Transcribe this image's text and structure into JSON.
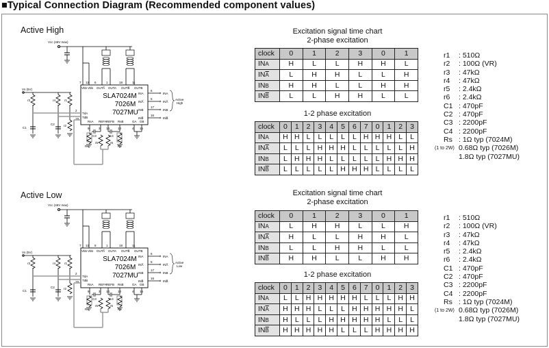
{
  "title": "■Typical Connection Diagram (Recommended component values)",
  "sections": [
    {
      "label": "Active High",
      "chart_title": "Excitation signal time chart",
      "two_phase": {
        "title": "2-phase excitation",
        "header": [
          "clock",
          "0",
          "1",
          "2",
          "3",
          "0",
          "1"
        ],
        "rows": [
          [
            "INA",
            "H",
            "L",
            "L",
            "H",
            "H",
            "L"
          ],
          [
            "INA̅",
            "L",
            "H",
            "H",
            "L",
            "L",
            "H"
          ],
          [
            "INB",
            "H",
            "H",
            "L",
            "L",
            "H",
            "H"
          ],
          [
            "INB̅",
            "L",
            "L",
            "H",
            "H",
            "L",
            "L"
          ]
        ]
      },
      "one_two_phase": {
        "title": "1-2 phase excitation",
        "header": [
          "clock",
          "0",
          "1",
          "2",
          "3",
          "4",
          "5",
          "6",
          "7",
          "0",
          "1",
          "2",
          "3"
        ],
        "rows": [
          [
            "INA",
            "H",
            "H",
            "L",
            "L",
            "L",
            "L",
            "L",
            "H",
            "H",
            "H",
            "L",
            "L"
          ],
          [
            "INA̅",
            "L",
            "L",
            "L",
            "H",
            "H",
            "H",
            "L",
            "L",
            "L",
            "L",
            "L",
            "H"
          ],
          [
            "INB",
            "L",
            "H",
            "H",
            "H",
            "L",
            "L",
            "L",
            "L",
            "L",
            "H",
            "H",
            "H"
          ],
          [
            "INB̅",
            "L",
            "L",
            "L",
            "L",
            "L",
            "H",
            "H",
            "H",
            "L",
            "L",
            "L",
            "L"
          ]
        ]
      },
      "circuit": {
        "vcc": "Vcc (46V max)",
        "vs": "Vs (5V)",
        "chip": [
          "SLA7024M",
          "7026M",
          "7027MU"
        ],
        "active": [
          "Active",
          "High"
        ]
      }
    },
    {
      "label": "Active Low",
      "chart_title": "Excitation signal time chart",
      "two_phase": {
        "title": "2-phase excitation",
        "header": [
          "clock",
          "0",
          "1",
          "2",
          "3",
          "0",
          "1"
        ],
        "rows": [
          [
            "INA",
            "L",
            "H",
            "H",
            "L",
            "L",
            "H"
          ],
          [
            "INA̅",
            "H",
            "L",
            "L",
            "H",
            "H",
            "L"
          ],
          [
            "INB",
            "L",
            "L",
            "H",
            "H",
            "L",
            "L"
          ],
          [
            "INB̅",
            "H",
            "H",
            "L",
            "L",
            "H",
            "H"
          ]
        ]
      },
      "one_two_phase": {
        "title": "1-2 phase excitation",
        "header": [
          "clock",
          "0",
          "1",
          "2",
          "3",
          "4",
          "5",
          "6",
          "7",
          "0",
          "1",
          "2",
          "3"
        ],
        "rows": [
          [
            "INA",
            "L",
            "L",
            "H",
            "H",
            "H",
            "H",
            "H",
            "L",
            "L",
            "L",
            "H",
            "H"
          ],
          [
            "INA̅",
            "H",
            "H",
            "H",
            "L",
            "L",
            "L",
            "H",
            "H",
            "H",
            "H",
            "H",
            "L"
          ],
          [
            "INB",
            "H",
            "L",
            "L",
            "L",
            "H",
            "H",
            "H",
            "H",
            "H",
            "L",
            "L",
            "L"
          ],
          [
            "INB̅",
            "H",
            "H",
            "H",
            "H",
            "H",
            "L",
            "L",
            "L",
            "H",
            "H",
            "H",
            "H"
          ]
        ]
      },
      "circuit": {
        "vcc": "Vcc (46V max)",
        "vs": "Vs (5V)",
        "chip": [
          "SLA7024M",
          "7026M",
          "7027MU"
        ],
        "active": [
          "Active",
          "Low"
        ]
      }
    }
  ],
  "components": [
    {
      "k": "r1",
      "v": ": 510Ω"
    },
    {
      "k": "r2",
      "v": ": 100Ω (VR)"
    },
    {
      "k": "r3",
      "v": ": 47kΩ"
    },
    {
      "k": "r4",
      "v": ": 47kΩ"
    },
    {
      "k": "r5",
      "v": ": 2.4kΩ"
    },
    {
      "k": "r6",
      "v": ": 2.4kΩ"
    },
    {
      "k": "C1",
      "v": ": 470pF"
    },
    {
      "k": "C2",
      "v": ": 470pF"
    },
    {
      "k": "C3",
      "v": ": 2200pF"
    },
    {
      "k": "C4",
      "v": ": 2200pF"
    },
    {
      "k": "Rs",
      "v": ": 1Ω typ (7024M)"
    },
    {
      "k": "",
      "v": "0.68Ω typ (7026M)"
    },
    {
      "k": "",
      "v": "1.8Ω typ (7027MU)"
    }
  ],
  "components_note": "(1 to 2W)",
  "pins": {
    "top": [
      "Vbb",
      "Vbb",
      "OUTA̅",
      "OUTA",
      "OUTB̅",
      "OUTB"
    ],
    "top_nums": [
      "7",
      "12",
      "6",
      "1",
      "18",
      "11"
    ],
    "right": [
      "INA",
      "INA̅",
      "INB",
      "INB̅"
    ],
    "right_nums": [
      "6",
      "5",
      "17",
      "16"
    ],
    "left": [
      "TdA",
      "TdB"
    ],
    "left_nums": [
      "2",
      "19"
    ],
    "bottom": [
      "RsA",
      "REFA",
      "REFB",
      "RsB",
      "GA",
      "GB"
    ],
    "bottom_nums": [
      "9",
      "3",
      "14",
      "10",
      "4",
      "15"
    ],
    "parts": [
      "r3",
      "r4",
      "r1",
      "C1",
      "C2",
      "r2",
      "C3",
      "C4",
      "r5",
      "r6",
      "Rs",
      "Rs"
    ]
  }
}
